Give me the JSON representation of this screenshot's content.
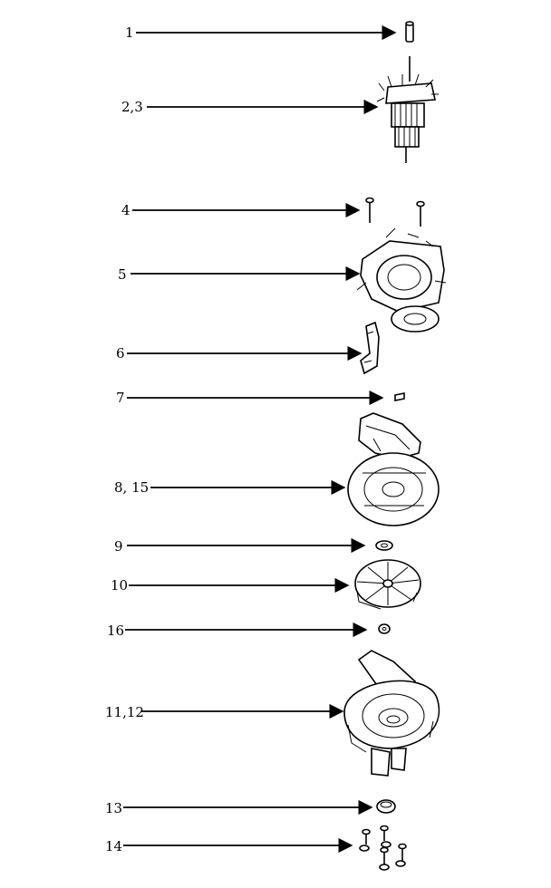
{
  "callouts": [
    {
      "id": "c1",
      "label": "1",
      "part": "part-1-pin"
    },
    {
      "id": "c2",
      "label": "2,3",
      "part": "part-2-3-armature"
    },
    {
      "id": "c4",
      "label": "4",
      "part": "part-4-screws"
    },
    {
      "id": "c5",
      "label": "5",
      "part": "part-5-field-assembly"
    },
    {
      "id": "c6",
      "label": "6",
      "part": "part-6-bracket"
    },
    {
      "id": "c7",
      "label": "7",
      "part": "part-7-clip"
    },
    {
      "id": "c8",
      "label": "8, 15",
      "part": "part-8-15-housing"
    },
    {
      "id": "c9",
      "label": "9",
      "part": "part-9-washer"
    },
    {
      "id": "c10",
      "label": "10",
      "part": "part-10-fan"
    },
    {
      "id": "c16",
      "label": "16",
      "part": "part-16-nut"
    },
    {
      "id": "c11",
      "label": "11,12",
      "part": "part-11-12-fan-housing"
    },
    {
      "id": "c13",
      "label": "13",
      "part": "part-13-cap"
    },
    {
      "id": "c14",
      "label": "14",
      "part": "part-14-screws"
    }
  ],
  "colors": {
    "line": "#000000",
    "background": "#ffffff"
  }
}
